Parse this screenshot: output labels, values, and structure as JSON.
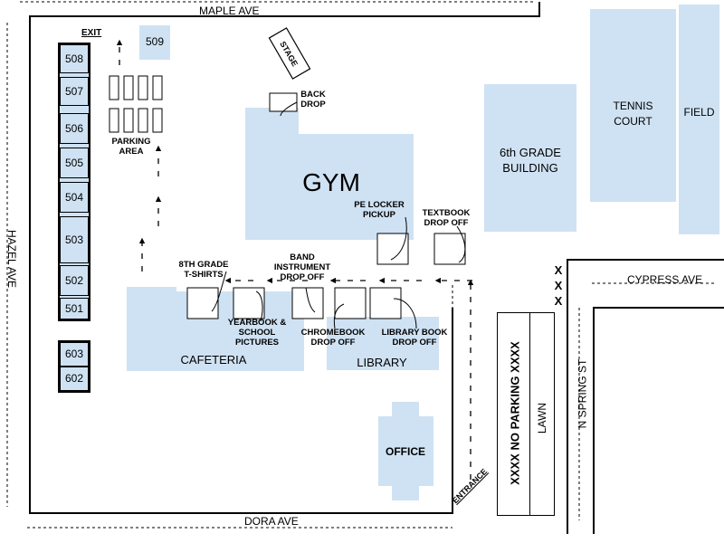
{
  "streets": {
    "north": "MAPLE AVE",
    "south": "DORA AVE",
    "west": "HAZEL AVE",
    "east_road": "CYPRESS AVE",
    "east_side": "N SPRING ST"
  },
  "buildings": {
    "gym": "GYM",
    "cafeteria": "CAFETERIA",
    "library": "LIBRARY",
    "office": "OFFICE",
    "sixth_grade": "6th GRADE\nBUILDING",
    "tennis": "TENNIS\nCOURT",
    "field": "FIELD",
    "lawn": "LAWN",
    "stage": "STAGE"
  },
  "portables": {
    "left_column": [
      "508",
      "507",
      "506",
      "505",
      "504",
      "503",
      "502",
      "501"
    ],
    "lower": [
      "603",
      "602"
    ],
    "top": "509"
  },
  "labels": {
    "exit": "EXIT",
    "parking": "PARKING\nAREA",
    "back_drop": "BACK\nDROP",
    "pe_locker": "PE LOCKER\nPICKUP",
    "textbook": "TEXTBOOK\nDROP OFF",
    "band": "BAND\nINSTRUMENT\nDROP OFF",
    "eighth_grade": "8TH GRADE\nT-SHIRTS",
    "yearbook": "YEARBOOK &\nSCHOOL\nPICTURES",
    "chromebook": "CHROMEBOOK\nDROP OFF",
    "library_book": "LIBRARY BOOK\nDROP OFF",
    "entrance": "ENTRANCE",
    "no_parking": "XXXX NO PARKING XXXX",
    "xxx": [
      "X",
      "X",
      "X"
    ]
  },
  "colors": {
    "building_fill": "#cfe2f3",
    "line": "#000000"
  }
}
